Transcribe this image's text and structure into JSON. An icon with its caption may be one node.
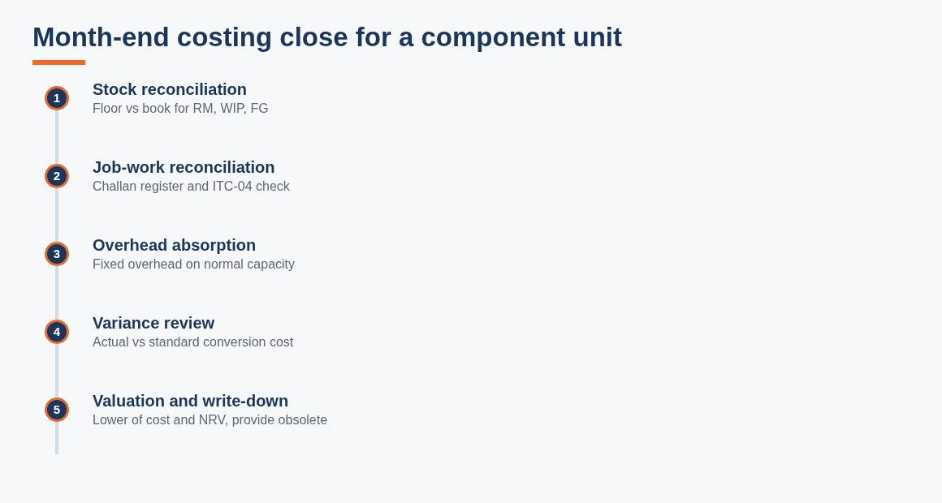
{
  "diagram": {
    "title": "Month-end costing close for a component unit",
    "nodes": [
      {
        "text": [
          "1"
        ],
        "beside": [
          "Stock reconciliation",
          "Floor vs book for RM, WIP, FG"
        ]
      },
      {
        "text": [
          "2"
        ],
        "beside": [
          "Job-work reconciliation",
          "Challan register and ITC-04 check"
        ]
      },
      {
        "text": [
          "3"
        ],
        "beside": [
          "Overhead absorption",
          "Fixed overhead on normal capacity"
        ]
      },
      {
        "text": [
          "4"
        ],
        "beside": [
          "Variance review",
          "Actual vs standard conversion cost"
        ]
      },
      {
        "text": [
          "5"
        ],
        "beside": [
          "Valuation and write-down",
          "Lower of cost and NRV, provide obsolete"
        ]
      }
    ],
    "edges": [
      {
        "from": 0,
        "to": 1,
        "arrow": "none"
      },
      {
        "from": 1,
        "to": 2,
        "arrow": "none"
      },
      {
        "from": 2,
        "to": 3,
        "arrow": "none"
      },
      {
        "from": 3,
        "to": 4,
        "arrow": "none"
      },
      {
        "from": 4,
        "to": null,
        "arrow": "none"
      }
    ]
  }
}
